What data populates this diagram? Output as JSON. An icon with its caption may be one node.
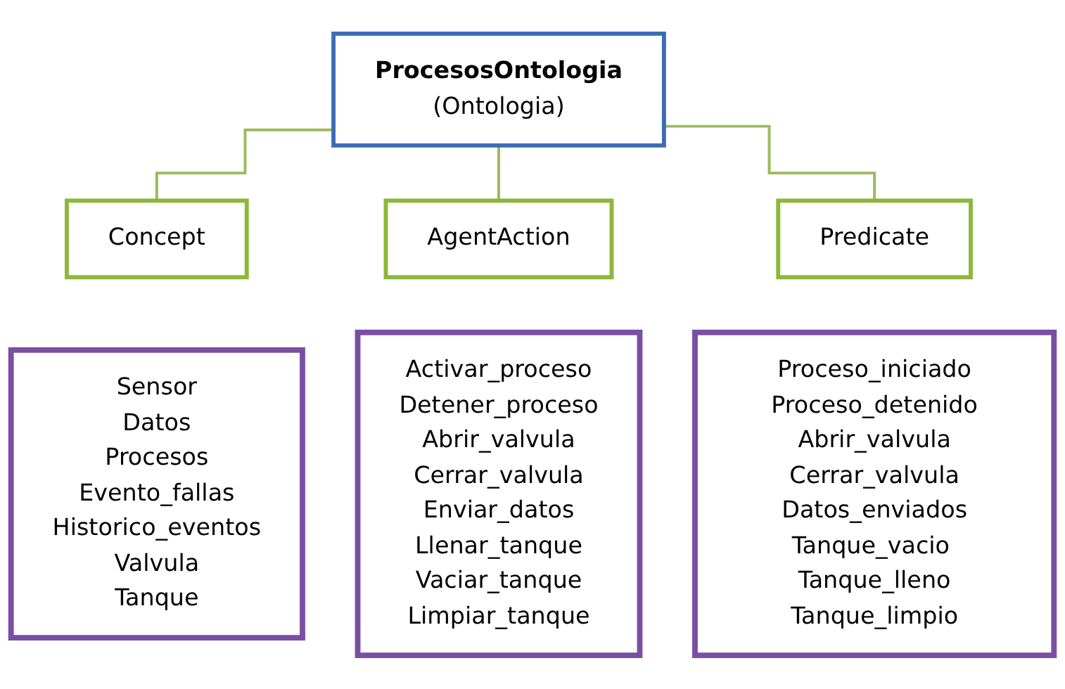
{
  "diagram": {
    "nodes": [
      {
        "text": [
          "ProcesosOntologia",
          "(Ontologia)"
        ]
      },
      {
        "text": [
          "Concept"
        ]
      },
      {
        "text": [
          "AgentAction"
        ]
      },
      {
        "text": [
          "Predicate"
        ]
      },
      {
        "text": [
          "Sensor",
          "Datos",
          "Procesos",
          "Evento_fallas",
          "Historico_eventos",
          "Valvula",
          "Tanque"
        ]
      },
      {
        "text": [
          "Activar_proceso",
          "Detener_proceso",
          "Abrir_valvula",
          "Cerrar_valvula",
          "Enviar_datos",
          "Llenar_tanque",
          "Vaciar_tanque",
          "Limpiar_tanque"
        ]
      },
      {
        "text": [
          "Proceso_iniciado",
          "Proceso_detenido",
          "Abrir_valvula",
          "Cerrar_valvula",
          "Datos_enviados",
          "Tanque_vacio Tanque_lleno",
          "Tanque_limpio"
        ]
      }
    ],
    "edges": [
      {
        "from": 0,
        "to": 1,
        "arrow": "none"
      },
      {
        "from": 0,
        "to": 2,
        "arrow": "none"
      },
      {
        "from": 0,
        "to": 3,
        "arrow": "none"
      }
    ]
  }
}
